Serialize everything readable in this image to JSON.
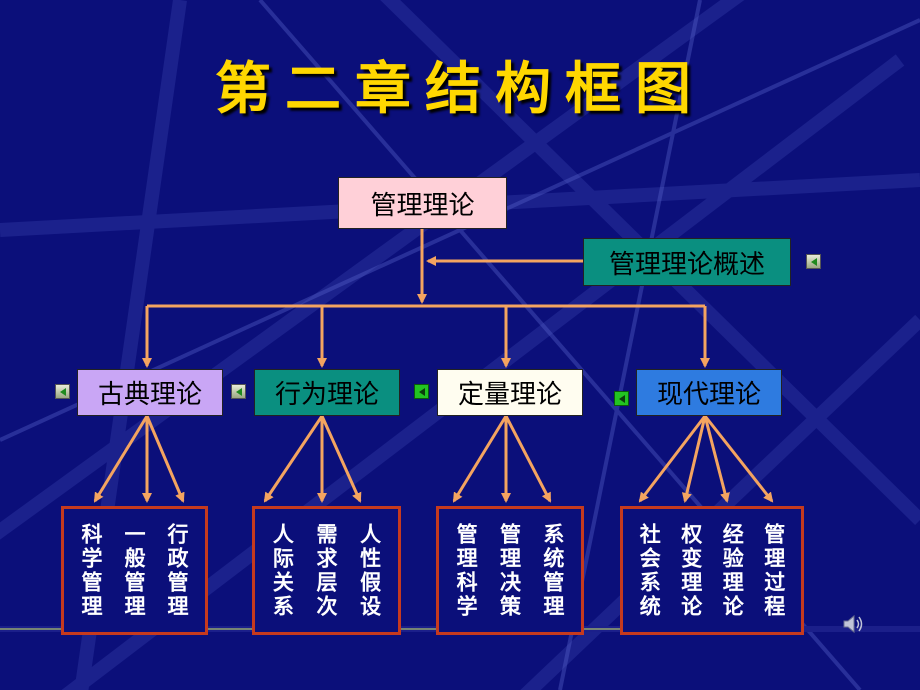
{
  "title": "第二章结构框图",
  "root": "管理理论",
  "overview": "管理理论概述",
  "categories": [
    {
      "label": "古典理论",
      "leaves": [
        "科学管理",
        "一般管理",
        "行政管理"
      ]
    },
    {
      "label": "行为理论",
      "leaves": [
        "人际关系",
        "需求层次",
        "人性假设"
      ]
    },
    {
      "label": "定量理论",
      "leaves": [
        "管理科学",
        "管理决策",
        "系统管理"
      ]
    },
    {
      "label": "现代理论",
      "leaves": [
        "社会系统",
        "权变理论",
        "经验理论",
        "管理过程"
      ]
    }
  ],
  "colors": {
    "background": "#0b0f7a",
    "title": "#ffd700",
    "connector": "#f4a460",
    "leaf_border": "#c63a1e"
  },
  "icons": {
    "nav": "back-arrow-icon",
    "audio": "speaker-icon"
  }
}
